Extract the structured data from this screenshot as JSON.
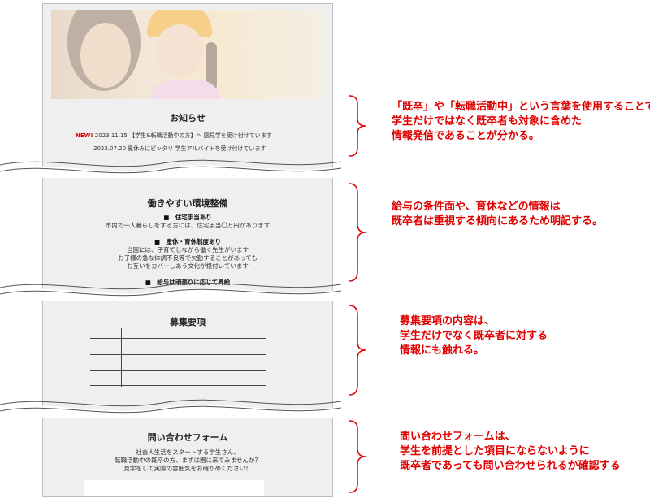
{
  "notices": {
    "title": "お知らせ",
    "items": [
      {
        "badge": "NEW!",
        "text": "2023.11.15 【学生&転職活動中の方】へ 園見学を受け付けています"
      },
      {
        "badge": "",
        "text": "2023.07.20 夏休みにピッタリ 学生アルバイトを受け付けています"
      }
    ]
  },
  "environment": {
    "title": "働きやすい環境整備",
    "housing_title": "■　住宅手当あり",
    "housing_text": "市内で一人暮らしをする方には、住宅手当〇万円があります",
    "leave_title": "■　産休・育休制度あり",
    "leave_lines": [
      "当園には、子育てしながら働く先生がいます",
      "お子様の急な体調不良等で欠勤することがあっても",
      "お互いをカバーしあう文化が根付いています"
    ],
    "raise_title": "■　給与は頑張りに応じて昇給"
  },
  "recruit": {
    "title": "募集要項"
  },
  "contact": {
    "title": "問い合わせフォーム",
    "lines": [
      "社会人生活をスタートする学生さん、",
      "転職活動中の既卒の方、まずは園に来てみませんか？",
      "見学をして実際の雰囲気をお確かめください！"
    ]
  },
  "annotations": [
    {
      "lines": [
        "「既卒」や「転職活動中」という言葉を使用することで",
        "学生だけではなく既卒者も対象に含めた",
        "情報発信であることが分かる。"
      ]
    },
    {
      "lines": [
        "給与の条件面や、育休などの情報は",
        "既卒者は重視する傾向にあるため明記する。"
      ]
    },
    {
      "lines": [
        "募集要項の内容は、",
        "学生だけでなく既卒者に対する",
        "情報にも触れる。"
      ]
    },
    {
      "lines": [
        "問い合わせフォームは、",
        "学生を前提とした項目にならないように",
        "既卒者であっても問い合わせられるか確認する"
      ]
    }
  ],
  "colors": {
    "accent": "#e00000",
    "panel": "#efefef"
  }
}
